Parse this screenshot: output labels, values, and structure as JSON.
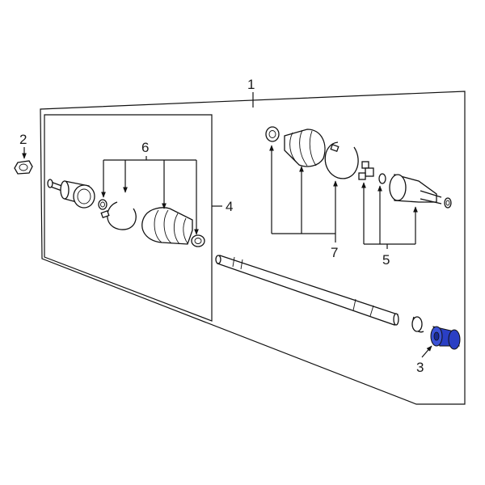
{
  "diagram": {
    "callouts": {
      "c1": "1",
      "c2": "2",
      "c3": "3",
      "c4": "4",
      "c5": "5",
      "c6": "6",
      "c7": "7"
    },
    "highlight_color": "#2a3fc4",
    "line_color": "#111111"
  }
}
